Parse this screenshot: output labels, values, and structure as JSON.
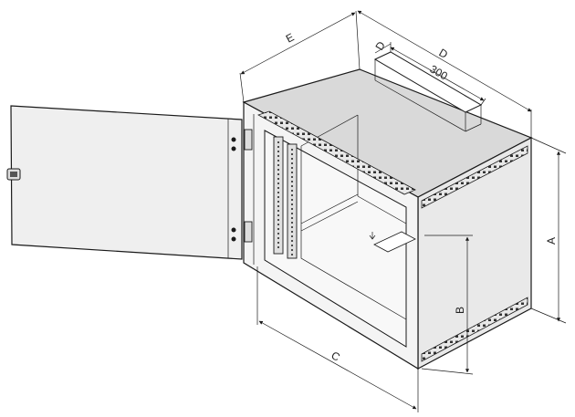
{
  "figure": {
    "description_labels": {
      "dim_a": "A",
      "dim_b": "B",
      "dim_c": "C",
      "dim_d": "D",
      "dim_e": "E",
      "dim_small_d": "D",
      "dim_300": "300"
    },
    "colors": {
      "line": "#1a1a1a",
      "panel_fill": "#f2f2f2",
      "top_fill": "#d9d9d9",
      "side_fill": "#e6e6e6",
      "door_fill": "#efefef",
      "dark_strip": "#bfbfbf"
    }
  }
}
